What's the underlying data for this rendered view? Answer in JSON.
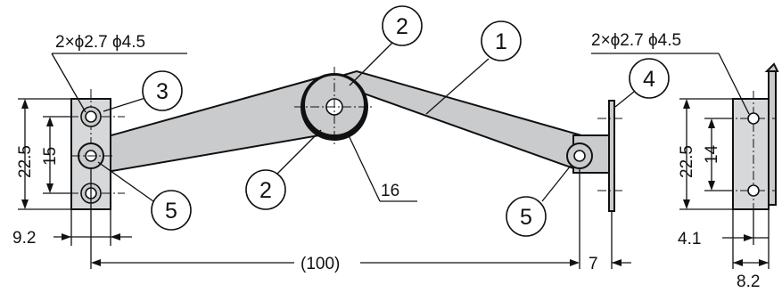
{
  "callouts": {
    "part_1": "1",
    "part_2_top": "2",
    "part_2_bottom": "2",
    "part_3": "3",
    "part_4": "4",
    "part_5_left": "5",
    "part_5_right": "5"
  },
  "dimensions": {
    "hole_spec_left": "2×ϕ2.7 ϕ4.5",
    "hole_spec_right": "2×ϕ2.7 ϕ4.5",
    "left_height": "22.5",
    "left_pitch": "15",
    "left_offset": "9.2",
    "pivot_diameter": "16",
    "overall_length": "(100)",
    "right_offset": "7",
    "side_height": "22.5",
    "side_pitch": "14",
    "side_offset": "4.1",
    "side_width": "8.2"
  }
}
